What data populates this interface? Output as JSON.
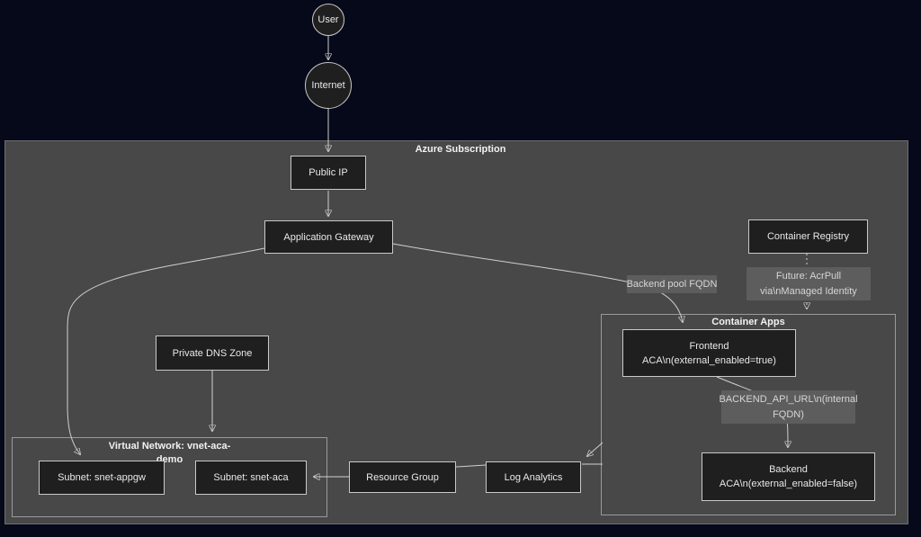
{
  "colors": {
    "page_background": "#05091a",
    "subscription_background": "#484848",
    "node_background": "#1f1f1f",
    "node_border": "#c9c9c9",
    "edge_line": "#cfcfcf",
    "edge_label_background": "#5d5d5d",
    "text": "#e9e9e9"
  },
  "groups": {
    "azure_subscription": {
      "label": "Azure Subscription"
    },
    "container_apps": {
      "label": "Container Apps"
    },
    "virtual_network": {
      "line1": "Virtual Network: vnet-aca-",
      "line2": "demo"
    }
  },
  "nodes": {
    "user": {
      "label": "User"
    },
    "internet": {
      "label": "Internet"
    },
    "public_ip": {
      "label": "Public IP"
    },
    "application_gateway": {
      "label": "Application Gateway"
    },
    "container_registry": {
      "label": "Container Registry"
    },
    "private_dns_zone": {
      "label": "Private DNS Zone"
    },
    "frontend": {
      "line1": "Frontend",
      "line2": "ACA\\n(external_enabled=true)"
    },
    "backend": {
      "line1": "Backend",
      "line2": "ACA\\n(external_enabled=false)"
    },
    "subnet_appgw": {
      "label": "Subnet: snet-appgw"
    },
    "subnet_aca": {
      "label": "Subnet: snet-aca"
    },
    "resource_group": {
      "label": "Resource Group"
    },
    "log_analytics": {
      "label": "Log Analytics"
    }
  },
  "edge_labels": {
    "backend_pool": {
      "label": "Backend pool FQDN"
    },
    "acr_pull": {
      "line1": "Future: AcrPull",
      "line2": "via\\nManaged Identity"
    },
    "backend_api_url": {
      "line1": "BACKEND_API_URL\\n(internal",
      "line2": "FQDN)"
    }
  }
}
